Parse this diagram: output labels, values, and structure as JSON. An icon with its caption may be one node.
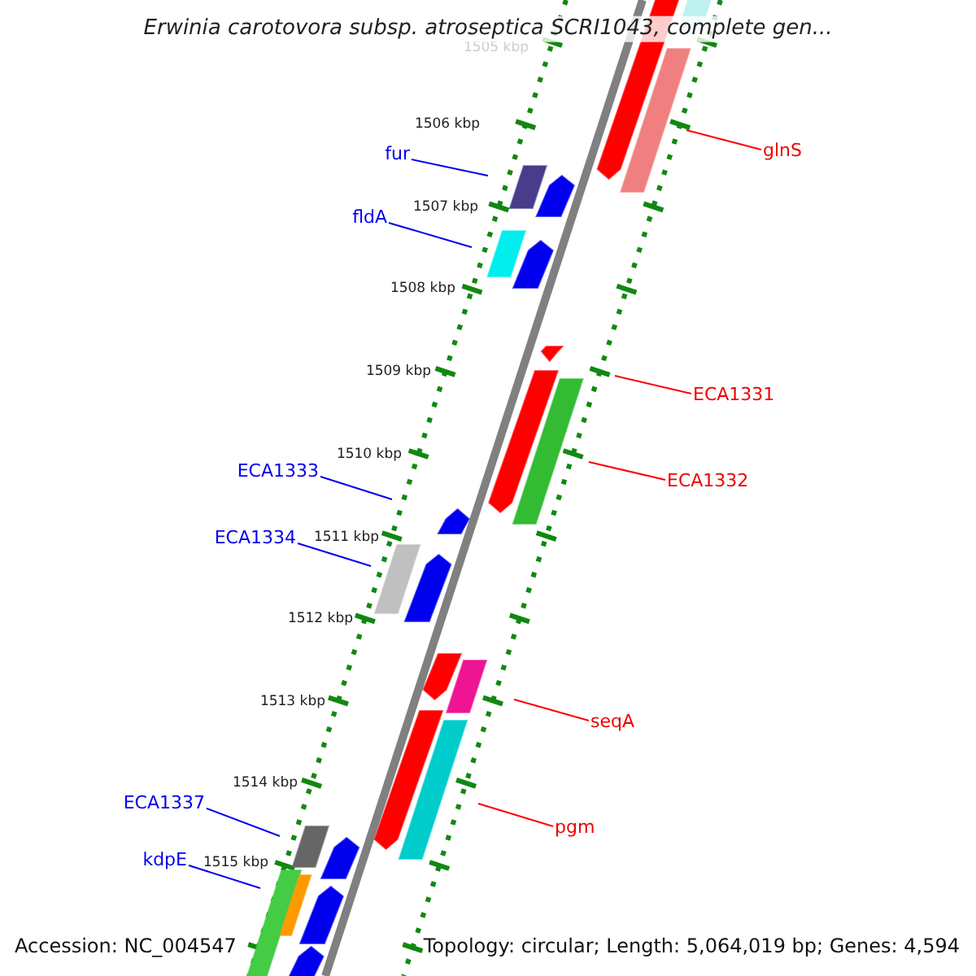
{
  "diagram": {
    "title": "Erwinia carotovora subsp. atroseptica SCRI1043, complete gen...",
    "nodes": [
      {
        "text": [
          "glnS"
        ]
      },
      {
        "text": [
          "fur"
        ]
      },
      {
        "text": [
          "fldA"
        ]
      },
      {
        "text": [
          "ECA1331"
        ]
      },
      {
        "text": [
          "ECA1333"
        ]
      },
      {
        "text": [
          "ECA1332"
        ]
      },
      {
        "text": [
          "ECA1334"
        ]
      },
      {
        "text": [
          "seqA"
        ]
      },
      {
        "text": [
          "ECA1337"
        ]
      },
      {
        "text": [
          "pgm"
        ]
      },
      {
        "text": [
          "kdpE"
        ]
      }
    ],
    "edges": [
      {
        "from": 0,
        "to": null,
        "arrow": "none",
        "color": "#ff0000"
      },
      {
        "from": 1,
        "to": null,
        "arrow": "none"
      },
      {
        "from": 2,
        "to": null,
        "arrow": "none"
      },
      {
        "from": 3,
        "to": null,
        "arrow": "none",
        "color": "#ff0000"
      },
      {
        "from": 4,
        "to": null,
        "arrow": "none"
      },
      {
        "from": 5,
        "to": null,
        "arrow": "none",
        "color": "#ff0000"
      },
      {
        "from": 6,
        "to": null,
        "arrow": "none"
      },
      {
        "from": 7,
        "to": null,
        "arrow": "none",
        "color": "#ff0000"
      },
      {
        "from": 8,
        "to": null,
        "arrow": "none"
      },
      {
        "from": 9,
        "to": null,
        "arrow": "none",
        "color": "#ff0000"
      },
      {
        "from": 10,
        "to": null,
        "arrow": "none"
      }
    ],
    "labels": [
      "1505 kbp",
      "1506 kbp",
      "1507 kbp",
      "1508 kbp",
      "1509 kbp",
      "1510 kbp",
      "1511 kbp",
      "1512 kbp",
      "1513 kbp",
      "1514 kbp",
      "1515 kbp",
      "Accession: NC_004547",
      "Topology: circular; Length: 5,064,019 bp; Genes: 4,594"
    ]
  }
}
